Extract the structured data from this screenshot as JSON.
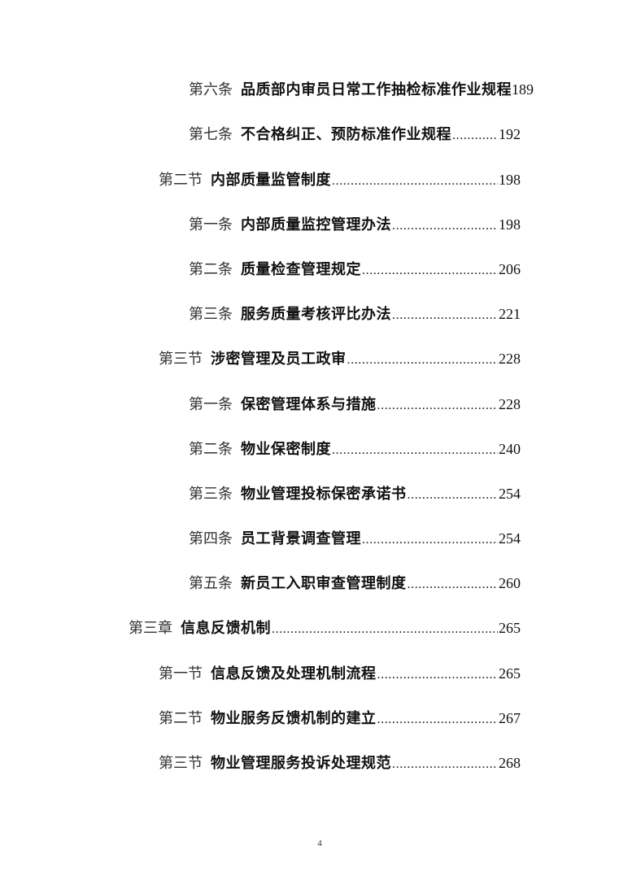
{
  "toc": {
    "entries": [
      {
        "level": 3,
        "label": "第六条",
        "title": "品质部内审员日常工作抽检标准作业规程",
        "page": "189",
        "leader": false
      },
      {
        "level": 3,
        "label": "第七条",
        "title": "不合格纠正、预防标准作业规程",
        "page": "192",
        "leader": true
      },
      {
        "level": 2,
        "label": "第二节",
        "title": "内部质量监管制度",
        "page": "198",
        "leader": true
      },
      {
        "level": 3,
        "label": "第一条",
        "title": "内部质量监控管理办法",
        "page": "198",
        "leader": true
      },
      {
        "level": 3,
        "label": "第二条",
        "title": "质量检查管理规定",
        "page": "206",
        "leader": true
      },
      {
        "level": 3,
        "label": "第三条",
        "title": "服务质量考核评比办法",
        "page": "221",
        "leader": true
      },
      {
        "level": 2,
        "label": "第三节",
        "title": "涉密管理及员工政审",
        "page": "228",
        "leader": true
      },
      {
        "level": 3,
        "label": "第一条",
        "title": "保密管理体系与措施",
        "page": "228",
        "leader": true
      },
      {
        "level": 3,
        "label": "第二条",
        "title": "物业保密制度",
        "page": "240",
        "leader": true
      },
      {
        "level": 3,
        "label": "第三条",
        "title": "物业管理投标保密承诺书",
        "page": "254",
        "leader": true
      },
      {
        "level": 3,
        "label": "第四条",
        "title": "员工背景调查管理",
        "page": "254",
        "leader": true
      },
      {
        "level": 3,
        "label": "第五条",
        "title": "新员工入职审查管理制度",
        "page": "260",
        "leader": true
      },
      {
        "level": 1,
        "label": "第三章",
        "title": "信息反馈机制",
        "page": "265",
        "leader": true
      },
      {
        "level": 2,
        "label": "第一节",
        "title": "信息反馈及处理机制流程",
        "page": "265",
        "leader": true
      },
      {
        "level": 2,
        "label": "第二节",
        "title": "物业服务反馈机制的建立",
        "page": "267",
        "leader": true
      },
      {
        "level": 2,
        "label": "第三节",
        "title": "物业管理服务投诉处理规范",
        "page": "268",
        "leader": true
      }
    ]
  },
  "footer": {
    "page_number": "4"
  }
}
